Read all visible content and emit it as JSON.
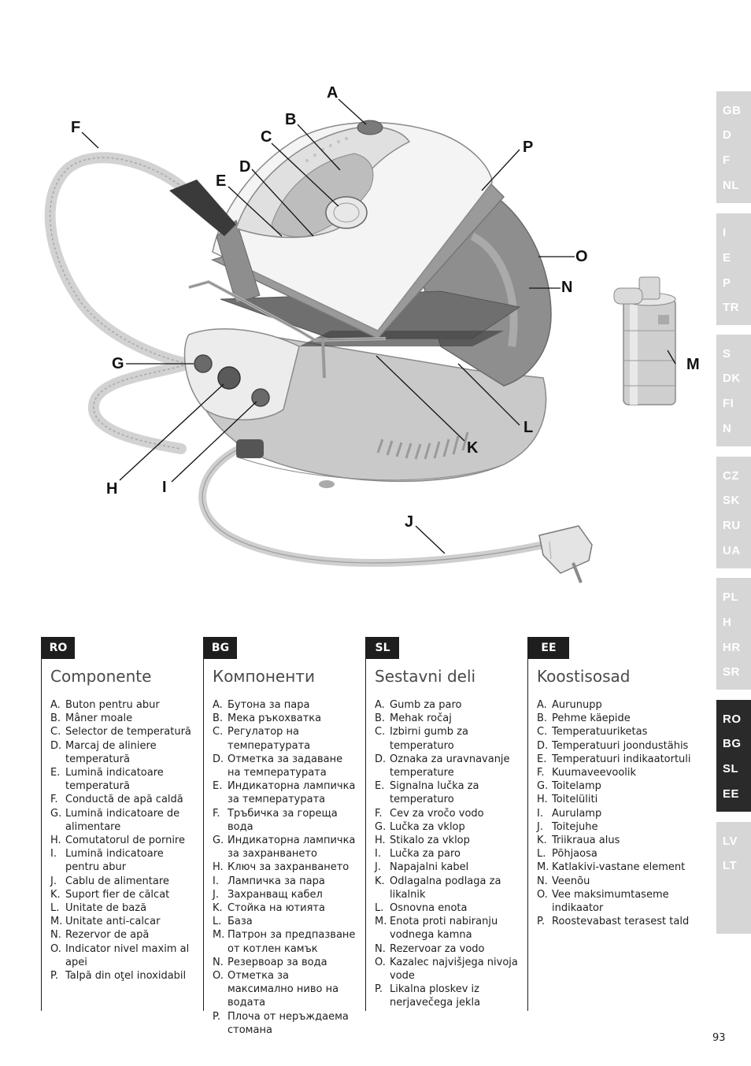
{
  "callouts": [
    "A",
    "B",
    "C",
    "D",
    "E",
    "F",
    "G",
    "H",
    "I",
    "J",
    "K",
    "L",
    "M",
    "N",
    "O",
    "P"
  ],
  "language_tabs": [
    {
      "items": [
        "GB",
        "D",
        "F",
        "NL"
      ],
      "active": false
    },
    {
      "items": [
        "I",
        "E",
        "P",
        "TR"
      ],
      "active": false
    },
    {
      "items": [
        "S",
        "DK",
        "FI",
        "N"
      ],
      "active": false
    },
    {
      "items": [
        "CZ",
        "SK",
        "RU",
        "UA"
      ],
      "active": false
    },
    {
      "items": [
        "PL",
        "H",
        "HR",
        "SR"
      ],
      "active": false
    },
    {
      "items": [
        "RO",
        "BG",
        "SL",
        "EE"
      ],
      "active": true
    },
    {
      "items": [
        "LV",
        "LT"
      ],
      "active": false
    }
  ],
  "sections": [
    {
      "tag": "RO",
      "title": "Componente",
      "items": [
        {
          "letter": "A.",
          "text": "Buton pentru abur"
        },
        {
          "letter": "B.",
          "text": "Mâner moale"
        },
        {
          "letter": "C.",
          "text": "Selector de temperatură"
        },
        {
          "letter": "D.",
          "text": "Marcaj de aliniere temperatură"
        },
        {
          "letter": "E.",
          "text": "Lumină indicatoare temperatură"
        },
        {
          "letter": "F.",
          "text": "Conductă de apă caldă"
        },
        {
          "letter": "G.",
          "text": "Lumină indicatoare de alimentare"
        },
        {
          "letter": "H.",
          "text": "Comutatorul de pornire"
        },
        {
          "letter": "I.",
          "text": "Lumină indicatoare pentru abur"
        },
        {
          "letter": "J.",
          "text": "Cablu de alimentare"
        },
        {
          "letter": "K.",
          "text": "Suport fier de călcat"
        },
        {
          "letter": "L.",
          "text": "Unitate de bază"
        },
        {
          "letter": "M.",
          "text": "Unitate anti-calcar"
        },
        {
          "letter": "N.",
          "text": "Rezervor de apă"
        },
        {
          "letter": "O.",
          "text": "Indicator nivel maxim al apei"
        },
        {
          "letter": "P.",
          "text": "Talpă din oţel inoxidabil"
        }
      ]
    },
    {
      "tag": "BG",
      "title": "Компоненти",
      "items": [
        {
          "letter": "A.",
          "text": "Бутона за пара"
        },
        {
          "letter": "B.",
          "text": "Мека ръкохватка"
        },
        {
          "letter": "C.",
          "text": "Регулатор на температурата"
        },
        {
          "letter": "D.",
          "text": "Отметка за задаване на температурата"
        },
        {
          "letter": "E.",
          "text": "Индикаторна лампичка за температурата"
        },
        {
          "letter": "F.",
          "text": "Тръбичка за гореща вода"
        },
        {
          "letter": "G.",
          "text": "Индикаторна лампичка за захранването"
        },
        {
          "letter": "H.",
          "text": "Ключ за захранването"
        },
        {
          "letter": "I.",
          "text": "Лампичка за пара"
        },
        {
          "letter": "J.",
          "text": "Захранващ кабел"
        },
        {
          "letter": "K.",
          "text": "Стойка на ютията"
        },
        {
          "letter": "L.",
          "text": "База"
        },
        {
          "letter": "M.",
          "text": "Патрон за предпазване от котлен камък"
        },
        {
          "letter": "N.",
          "text": "Резервоар за вода"
        },
        {
          "letter": "O.",
          "text": "Отметка за максимално ниво на водата"
        },
        {
          "letter": "P.",
          "text": "Плоча от неръждаема стомана"
        }
      ]
    },
    {
      "tag": "SL",
      "title": "Sestavni deli",
      "items": [
        {
          "letter": "A.",
          "text": "Gumb za paro"
        },
        {
          "letter": "B.",
          "text": "Mehak ročaj"
        },
        {
          "letter": "C.",
          "text": "Izbirni gumb za temperaturo"
        },
        {
          "letter": "D.",
          "text": "Oznaka za uravnavanje temperature"
        },
        {
          "letter": "E.",
          "text": "Signalna lučka za temperaturo"
        },
        {
          "letter": "F.",
          "text": "Cev za vročo vodo"
        },
        {
          "letter": "G.",
          "text": "Lučka za vklop"
        },
        {
          "letter": "H.",
          "text": "Stikalo za vklop"
        },
        {
          "letter": "I.",
          "text": "Lučka za paro"
        },
        {
          "letter": "J.",
          "text": "Napajalni kabel"
        },
        {
          "letter": "K.",
          "text": "Odlagalna podlaga za likalnik"
        },
        {
          "letter": "L.",
          "text": "Osnovna enota"
        },
        {
          "letter": "M.",
          "text": "Enota proti nabiranju vodnega kamna"
        },
        {
          "letter": "N.",
          "text": "Rezervoar za vodo"
        },
        {
          "letter": "O.",
          "text": "Kazalec najvišjega nivoja vode"
        },
        {
          "letter": "P.",
          "text": "Likalna ploskev iz nerjavečega jekla"
        }
      ]
    },
    {
      "tag": "EE",
      "title": "Koostisosad",
      "items": [
        {
          "letter": "A.",
          "text": "Aurunupp"
        },
        {
          "letter": "B.",
          "text": "Pehme käepide"
        },
        {
          "letter": "C.",
          "text": "Temperatuuriketas"
        },
        {
          "letter": "D.",
          "text": "Temperatuuri joondustähis"
        },
        {
          "letter": "E.",
          "text": "Temperatuuri indikaatortuli"
        },
        {
          "letter": "F.",
          "text": "Kuumaveevoolik"
        },
        {
          "letter": "G.",
          "text": "Toitelamp"
        },
        {
          "letter": "H.",
          "text": "Toitelüliti"
        },
        {
          "letter": "I.",
          "text": "Aurulamp"
        },
        {
          "letter": "J.",
          "text": "Toitejuhe"
        },
        {
          "letter": "K.",
          "text": "Triikraua alus"
        },
        {
          "letter": "L.",
          "text": "Põhjaosa"
        },
        {
          "letter": "M.",
          "text": "Katlakivi-vastane element"
        },
        {
          "letter": "N.",
          "text": "Veenõu"
        },
        {
          "letter": "O.",
          "text": "Vee maksimumtaseme indikaator"
        },
        {
          "letter": "P.",
          "text": "Roostevabast terasest tald"
        }
      ]
    }
  ],
  "page_number": "93"
}
